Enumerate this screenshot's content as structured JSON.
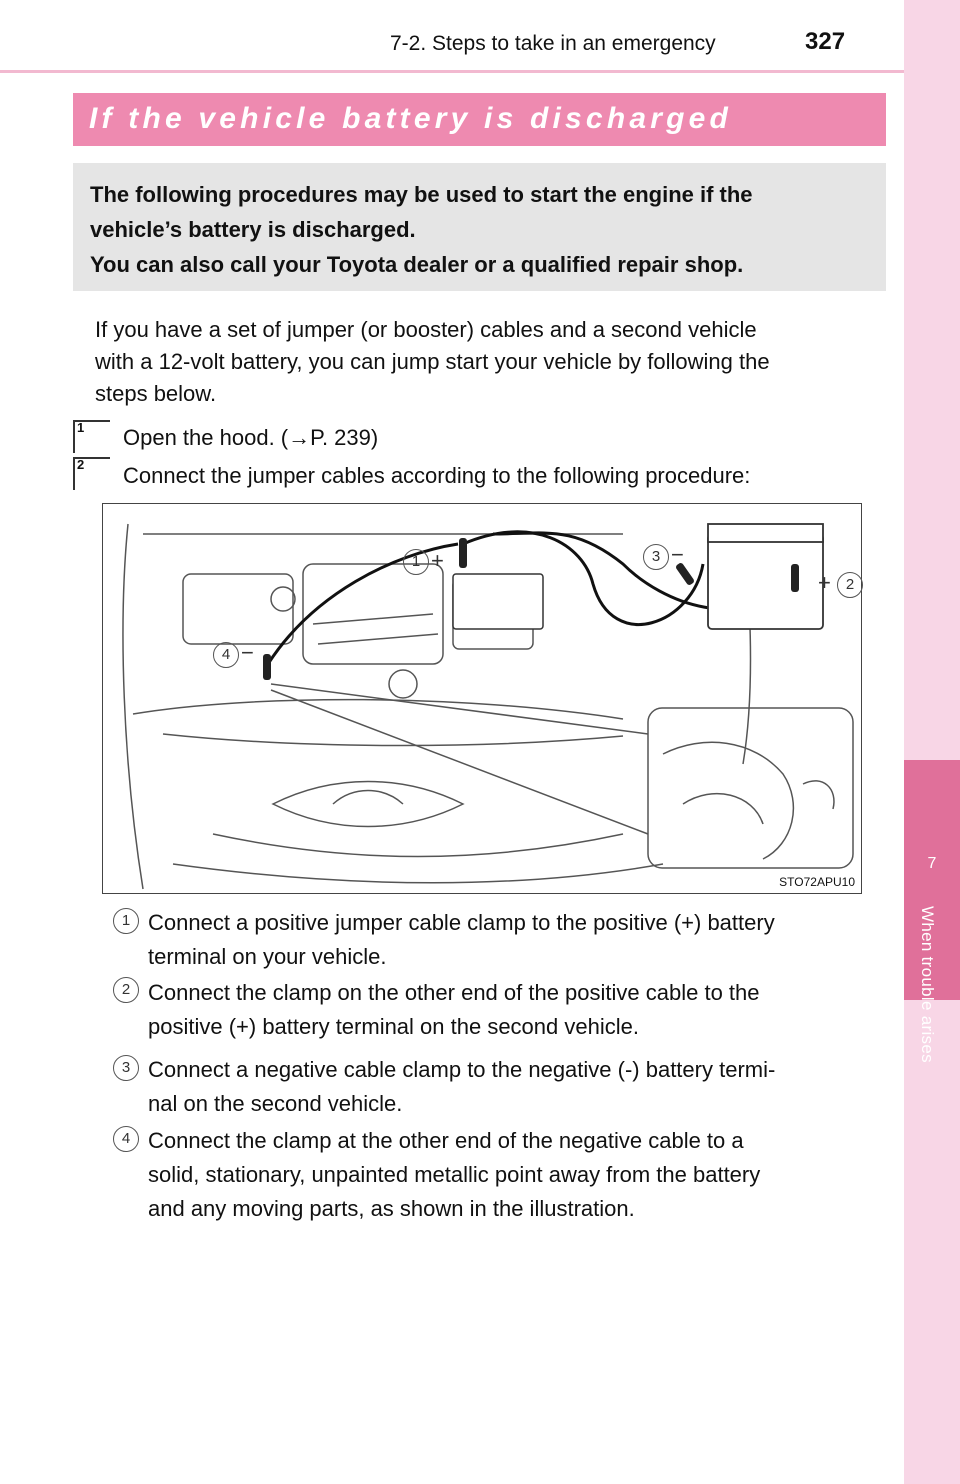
{
  "header": {
    "section": "7-2. Steps to take in an emergency",
    "page_number": "327"
  },
  "side_tab": {
    "chapter_number": "7",
    "chapter_title": "When trouble arises"
  },
  "title": "If the vehicle battery is discharged",
  "intro_lines": [
    "The following procedures may be used to start the engine if the",
    "vehicle’s battery is discharged.",
    "You can also call your Toyota dealer or a qualified repair shop."
  ],
  "body_lines": [
    "If you have a set of jumper (or booster) cables and a second vehicle",
    "with a 12-volt battery, you can jump start your vehicle by following the",
    "steps below."
  ],
  "steps": [
    {
      "number": "1",
      "text": "Open the hood. (→P. 239)"
    },
    {
      "number": "2",
      "text": "Connect the jumper cables according to the following procedure:"
    }
  ],
  "figure": {
    "code": "STO72APU10",
    "callouts": [
      {
        "number": "1",
        "sign": "+"
      },
      {
        "number": "2",
        "sign": "+"
      },
      {
        "number": "3",
        "sign": "−"
      },
      {
        "number": "4",
        "sign": "−"
      }
    ]
  },
  "items": [
    {
      "number": "1",
      "lines": [
        "Connect a positive jumper cable clamp to the positive (+) battery",
        "terminal on your vehicle."
      ]
    },
    {
      "number": "2",
      "lines": [
        "Connect the clamp on the other end of the positive cable to the",
        "positive (+) battery terminal on the second vehicle."
      ]
    },
    {
      "number": "3",
      "lines": [
        "Connect a negative cable clamp to the negative (-) battery termi-",
        "nal on the second vehicle."
      ]
    },
    {
      "number": "4",
      "lines": [
        "Connect the clamp at the other end of the negative cable to a",
        "solid, stationary, unpainted metallic point away from the battery",
        "and any moving parts, as shown in the illustration."
      ]
    }
  ]
}
